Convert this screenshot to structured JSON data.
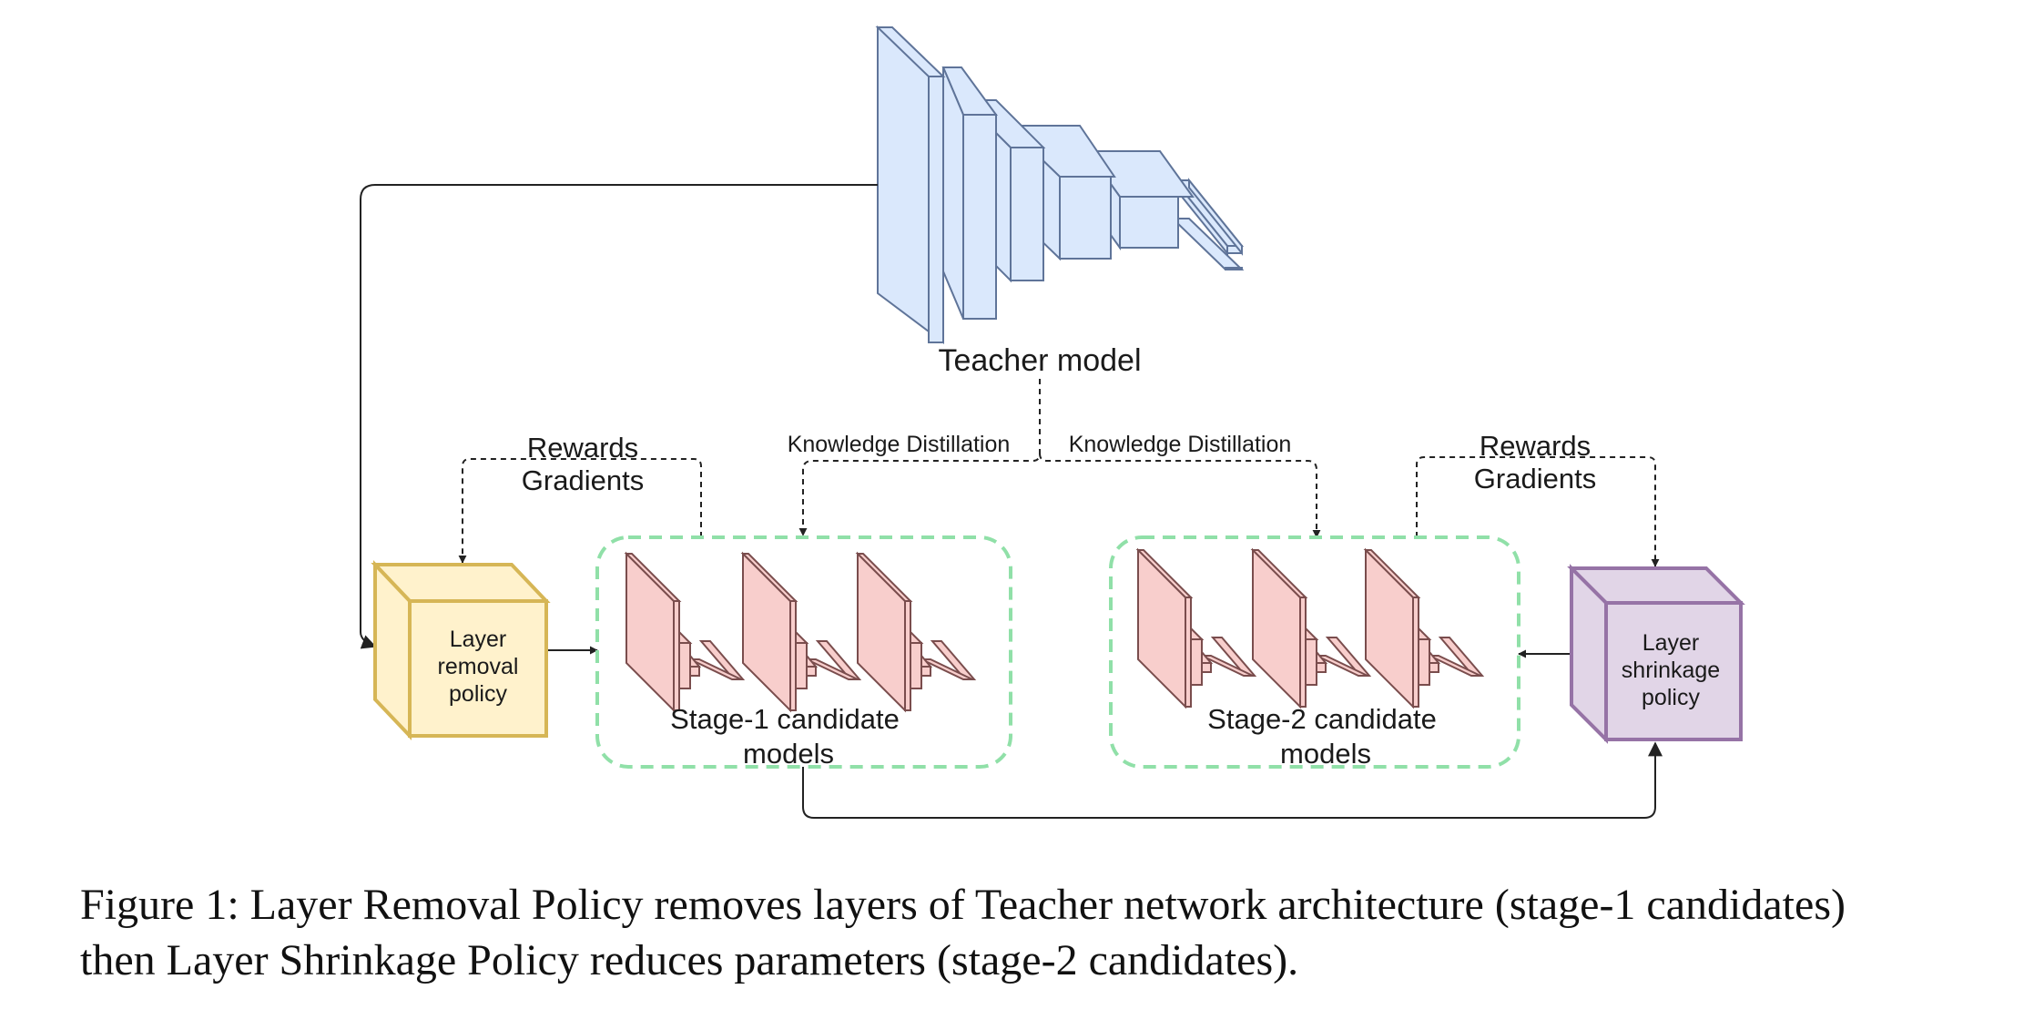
{
  "figure": {
    "teacher_label": "Teacher model",
    "kd_left_label": "Knowledge Distillation",
    "kd_right_label": "Knowledge Distillation",
    "rewards_left": [
      "Rewards",
      "Gradients"
    ],
    "rewards_right": [
      "Rewards",
      "Gradients"
    ],
    "removal_policy_lines": [
      "Layer",
      "removal",
      "policy"
    ],
    "shrinkage_policy_lines": [
      "Layer",
      "shrinkage",
      "policy"
    ],
    "stage1_lines": [
      "Stage-1 candidate",
      "models"
    ],
    "stage2_lines": [
      "Stage-2 candidate",
      "models"
    ]
  },
  "caption": {
    "line1": "Figure 1: Layer Removal Policy removes layers of Teacher network architecture (stage-1 candidates)",
    "line2": "then Layer Shrinkage Policy reduces parameters (stage-2 candidates)."
  },
  "colors": {
    "teacher_fill": "#dae8fc",
    "teacher_stroke": "#5f7499",
    "candidate_fill": "#f8cecc",
    "candidate_stroke": "#8a5a5a",
    "removal_fill": "#fff2cc",
    "removal_stroke": "#d6b656",
    "shrinkage_fill": "#e1d5e7",
    "shrinkage_stroke": "#9673a6",
    "group_border": "#90e0a8",
    "line": "#222222"
  }
}
